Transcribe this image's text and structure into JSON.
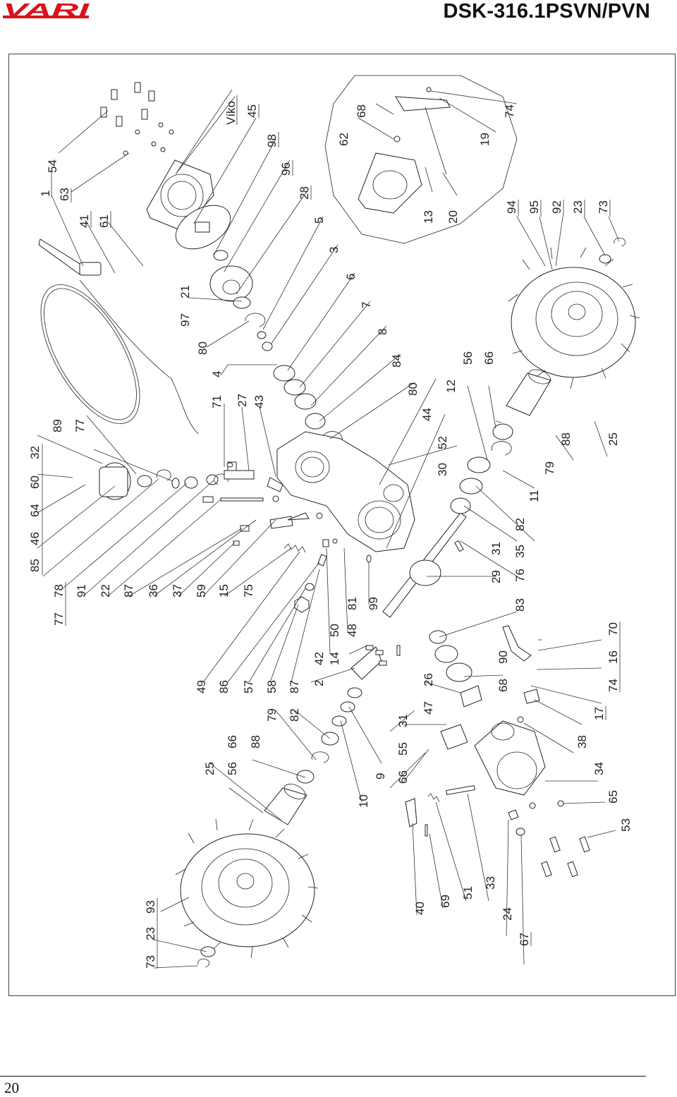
{
  "header": {
    "brand": "VARI",
    "brand_color": "#d8141a",
    "model": "DSK-316.1PSVN/PVN"
  },
  "footer": {
    "page_number": "20"
  },
  "diagram": {
    "callouts": [
      {
        "id": "1",
        "text": "1"
      },
      {
        "id": "54",
        "text": "54"
      },
      {
        "id": "63",
        "text": "63"
      },
      {
        "id": "41",
        "text": "41"
      },
      {
        "id": "61",
        "text": "61"
      },
      {
        "id": "viko",
        "text": "Víko"
      },
      {
        "id": "45",
        "text": "45"
      },
      {
        "id": "98",
        "text": "98"
      },
      {
        "id": "96",
        "text": "96"
      },
      {
        "id": "28",
        "text": "28"
      },
      {
        "id": "5",
        "text": "5"
      },
      {
        "id": "3",
        "text": "3"
      },
      {
        "id": "6",
        "text": "6"
      },
      {
        "id": "7",
        "text": "7"
      },
      {
        "id": "8",
        "text": "8"
      },
      {
        "id": "84",
        "text": "84"
      },
      {
        "id": "80b",
        "text": "80"
      },
      {
        "id": "44",
        "text": "44"
      },
      {
        "id": "52",
        "text": "52"
      },
      {
        "id": "30",
        "text": "30"
      },
      {
        "id": "21",
        "text": "21"
      },
      {
        "id": "97",
        "text": "97"
      },
      {
        "id": "80a",
        "text": "80"
      },
      {
        "id": "4",
        "text": "4"
      },
      {
        "id": "71",
        "text": "71"
      },
      {
        "id": "27",
        "text": "27"
      },
      {
        "id": "43",
        "text": "43"
      },
      {
        "id": "62",
        "text": "62"
      },
      {
        "id": "68a",
        "text": "68"
      },
      {
        "id": "13",
        "text": "13"
      },
      {
        "id": "20",
        "text": "20"
      },
      {
        "id": "19",
        "text": "19"
      },
      {
        "id": "74a",
        "text": "74"
      },
      {
        "id": "94",
        "text": "94"
      },
      {
        "id": "95",
        "text": "95"
      },
      {
        "id": "92",
        "text": "92"
      },
      {
        "id": "23a",
        "text": "23"
      },
      {
        "id": "73a",
        "text": "73"
      },
      {
        "id": "56a",
        "text": "56"
      },
      {
        "id": "66a",
        "text": "66"
      },
      {
        "id": "12",
        "text": "12"
      },
      {
        "id": "88a",
        "text": "88"
      },
      {
        "id": "25a",
        "text": "25"
      },
      {
        "id": "79a",
        "text": "79"
      },
      {
        "id": "11",
        "text": "11"
      },
      {
        "id": "82a",
        "text": "82"
      },
      {
        "id": "35",
        "text": "35"
      },
      {
        "id": "31a",
        "text": "31"
      },
      {
        "id": "76",
        "text": "76"
      },
      {
        "id": "29",
        "text": "29"
      },
      {
        "id": "83",
        "text": "83"
      },
      {
        "id": "89",
        "text": "89"
      },
      {
        "id": "77a",
        "text": "77"
      },
      {
        "id": "32",
        "text": "32"
      },
      {
        "id": "60",
        "text": "60"
      },
      {
        "id": "64",
        "text": "64"
      },
      {
        "id": "46",
        "text": "46"
      },
      {
        "id": "85",
        "text": "85"
      },
      {
        "id": "77b",
        "text": "77"
      },
      {
        "id": "78",
        "text": "78"
      },
      {
        "id": "91",
        "text": "91"
      },
      {
        "id": "22",
        "text": "22"
      },
      {
        "id": "87a",
        "text": "87"
      },
      {
        "id": "36",
        "text": "36"
      },
      {
        "id": "37",
        "text": "37"
      },
      {
        "id": "59",
        "text": "59"
      },
      {
        "id": "15",
        "text": "15"
      },
      {
        "id": "75",
        "text": "75"
      },
      {
        "id": "81",
        "text": "81"
      },
      {
        "id": "99",
        "text": "99"
      },
      {
        "id": "50",
        "text": "50"
      },
      {
        "id": "48",
        "text": "48"
      },
      {
        "id": "42",
        "text": "42"
      },
      {
        "id": "14",
        "text": "14"
      },
      {
        "id": "49",
        "text": "49"
      },
      {
        "id": "86",
        "text": "86"
      },
      {
        "id": "57",
        "text": "57"
      },
      {
        "id": "58",
        "text": "58"
      },
      {
        "id": "87b",
        "text": "87"
      },
      {
        "id": "2",
        "text": "2"
      },
      {
        "id": "26",
        "text": "26"
      },
      {
        "id": "31b",
        "text": "31"
      },
      {
        "id": "47",
        "text": "47"
      },
      {
        "id": "55",
        "text": "55"
      },
      {
        "id": "66b",
        "text": "66"
      },
      {
        "id": "9",
        "text": "9"
      },
      {
        "id": "10",
        "text": "10"
      },
      {
        "id": "79b",
        "text": "79"
      },
      {
        "id": "82b",
        "text": "82"
      },
      {
        "id": "66c",
        "text": "66"
      },
      {
        "id": "88b",
        "text": "88"
      },
      {
        "id": "25b",
        "text": "25"
      },
      {
        "id": "56b",
        "text": "56"
      },
      {
        "id": "90",
        "text": "90"
      },
      {
        "id": "68b",
        "text": "68"
      },
      {
        "id": "70",
        "text": "70"
      },
      {
        "id": "16",
        "text": "16"
      },
      {
        "id": "74b",
        "text": "74"
      },
      {
        "id": "17",
        "text": "17"
      },
      {
        "id": "38",
        "text": "38"
      },
      {
        "id": "34",
        "text": "34"
      },
      {
        "id": "65",
        "text": "65"
      },
      {
        "id": "53",
        "text": "53"
      },
      {
        "id": "93",
        "text": "93"
      },
      {
        "id": "23b",
        "text": "23"
      },
      {
        "id": "73b",
        "text": "73"
      },
      {
        "id": "40",
        "text": "40"
      },
      {
        "id": "69",
        "text": "69"
      },
      {
        "id": "51",
        "text": "51"
      },
      {
        "id": "33",
        "text": "33"
      },
      {
        "id": "24",
        "text": "24"
      },
      {
        "id": "67",
        "text": "67"
      }
    ]
  }
}
